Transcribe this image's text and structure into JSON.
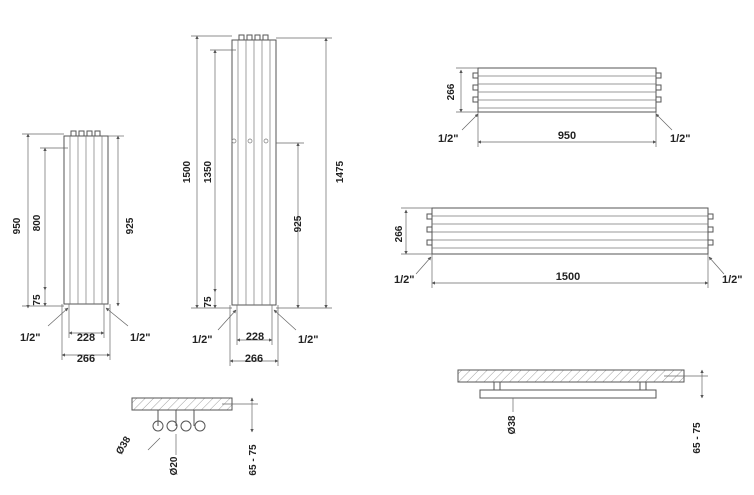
{
  "drawings": {
    "small_vertical": {
      "height": "950",
      "inner_height": "800",
      "right_height": "925",
      "bottom_offset": "75",
      "inlet_left": "1/2\"",
      "inlet_right": "1/2\"",
      "inner_width": "228",
      "outer_width": "266"
    },
    "large_vertical": {
      "height": "1500",
      "inner_height": "1350",
      "right_height": "1475",
      "right_inner": "925",
      "bottom_offset": "75",
      "inlet_left": "1/2\"",
      "inlet_right": "1/2\"",
      "inner_width": "228",
      "outer_width": "266"
    },
    "small_horizontal": {
      "height": "266",
      "width": "950",
      "inlet_left": "1/2\"",
      "inlet_right": "1/2\""
    },
    "large_horizontal": {
      "height": "266",
      "width": "1500",
      "inlet_left": "1/2\"",
      "inlet_right": "1/2\""
    },
    "side_view_left": {
      "tube_dia": "38",
      "pipe_dia": "20",
      "wall_gap": "65 - 75"
    },
    "side_view_right": {
      "tube_dia": "38",
      "wall_gap": "65 - 75"
    },
    "diameter_symbol": "Ø"
  }
}
